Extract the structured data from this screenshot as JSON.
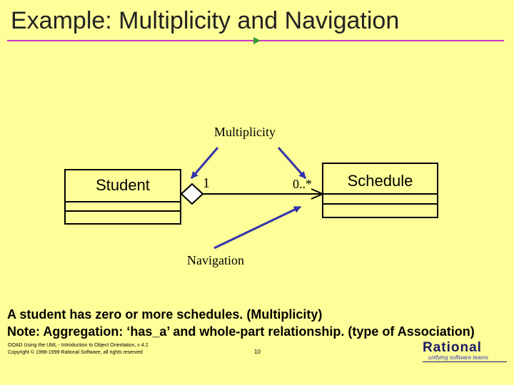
{
  "slide": {
    "title": "Example: Multiplicity and Navigation",
    "captions": [
      "A student has zero or more schedules.  (Multiplicity)",
      "Note:  Aggregation:  ‘has_a’   and whole-part relationship.  (type of Association)"
    ]
  },
  "diagram": {
    "classes": [
      {
        "name": "Student"
      },
      {
        "name": "Schedule"
      }
    ],
    "association": {
      "kind": "aggregation",
      "navigable_toward": "Schedule",
      "multiplicity_student_end": "1",
      "multiplicity_schedule_end": "0..*"
    },
    "annotations": {
      "multiplicity": "Multiplicity",
      "navigation": "Navigation"
    }
  },
  "footer": {
    "line1": "OOAD Using the UML - Introduction to Object Orientation, v 4.2",
    "line2": "Copyright © 1998-1999 Rational Software, all rights reserved",
    "page": "10",
    "logo_text": "Rational",
    "logo_tagline": "unifying software teams"
  },
  "colors": {
    "background": "#ffff99",
    "title_rule": "#cc33cc",
    "rule_arrow": "#339933",
    "pointer_lines": "#3333aa"
  }
}
